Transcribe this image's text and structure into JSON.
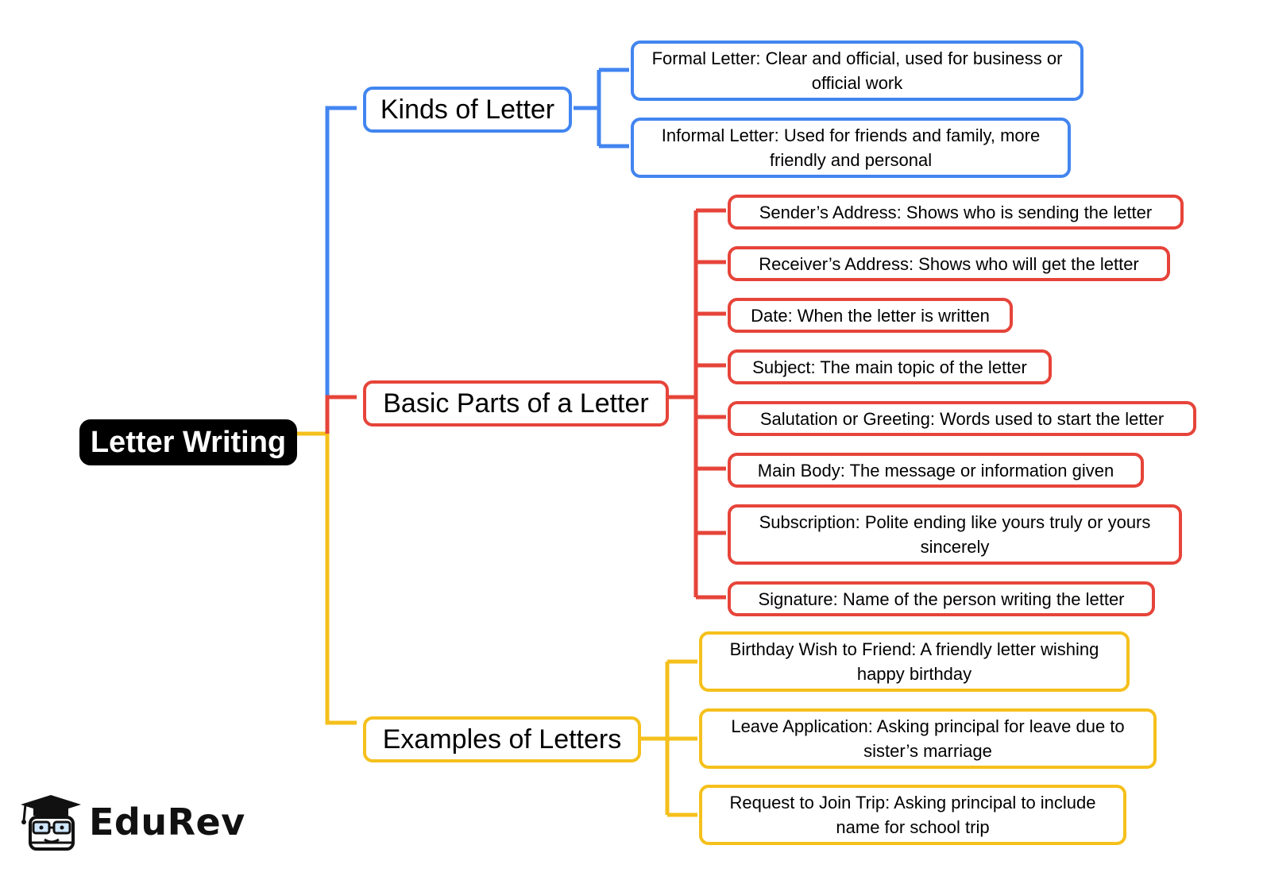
{
  "colors": {
    "kinds": "#4285f0",
    "parts": "#e6443a",
    "examples": "#f5c01c",
    "root": "#000000"
  },
  "root": {
    "label": "Letter Writing"
  },
  "branches": [
    {
      "label": "Kinds of Letter",
      "color": "blue",
      "children": [
        "Formal Letter: Clear and official, used for business or official work",
        "Informal Letter: Used for friends and family, more friendly and personal"
      ]
    },
    {
      "label": "Basic Parts of a Letter",
      "color": "red",
      "children": [
        "Sender’s Address: Shows who is sending the letter",
        "Receiver’s Address: Shows who will get the letter",
        "Date: When the letter is written",
        "Subject: The main topic of the letter",
        "Salutation or Greeting: Words used to start the letter",
        "Main Body: The message or information given",
        "Subscription: Polite ending like yours truly or yours sincerely",
        "Signature: Name of the person writing the letter"
      ]
    },
    {
      "label": "Examples of Letters",
      "color": "yellow",
      "children": [
        "Birthday Wish to Friend: A friendly letter wishing happy birthday",
        "Leave Application: Asking principal for leave due to sister’s marriage",
        "Request to Join Trip: Asking principal to include name for school trip"
      ]
    }
  ],
  "logo": {
    "text": "EduRev",
    "icon": "graduation-cap-mascot-icon"
  }
}
